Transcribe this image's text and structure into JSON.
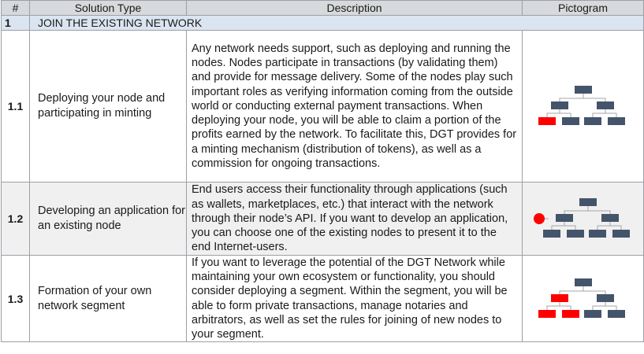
{
  "header": {
    "col_num": "#",
    "col_type": "Solution Type",
    "col_desc": "Description",
    "col_pict": "Pictogram"
  },
  "group": {
    "num": "1",
    "title": "JOIN THE EXISTING NETWORK"
  },
  "rows": [
    {
      "num": "1.1",
      "type": "Deploying your node and participating in minting",
      "description": "Any network needs support, such as deploying and running the nodes. Nodes participate in transactions (by validating them) and provide for message delivery. Some of the nodes play such important roles as verifying information coming from the outside world or conducting external payment transactions. When deploying your node, you will be able to claim a portion of the profits earned by the network. To facilitate this, DGT provides for a minting mechanism (distribution of tokens), as well as a commission for ongoing transactions.",
      "pictogram": "network-tree-one-red-leaf-icon"
    },
    {
      "num": "1.2",
      "type": "Developing an application for an existing node",
      "description": "End users access their functionality through applications (such as wallets, marketplaces, etc.) that interact with the network through their node’s API. If you want to develop an application, you can choose one of the existing nodes to present it to the end Internet-users.",
      "pictogram": "network-tree-red-client-icon"
    },
    {
      "num": "1.3",
      "type": "Formation of your own network segment",
      "description": "If you want to leverage the potential of the DGT Network while maintaining your own ecosystem or functionality, you should consider deploying a segment. Within the segment, you will be able to form private transactions, manage notaries and arbitrators, as well as set the rules for joining of new nodes to your segment.",
      "pictogram": "network-tree-red-segment-icon"
    }
  ],
  "colors": {
    "node": "#44546a",
    "highlight": "#ff0000",
    "connector": "#a6a6a6",
    "header_bg": "#d7d9dc",
    "group_bg": "#dbe5f1",
    "shade_bg": "#f0f0f0"
  }
}
